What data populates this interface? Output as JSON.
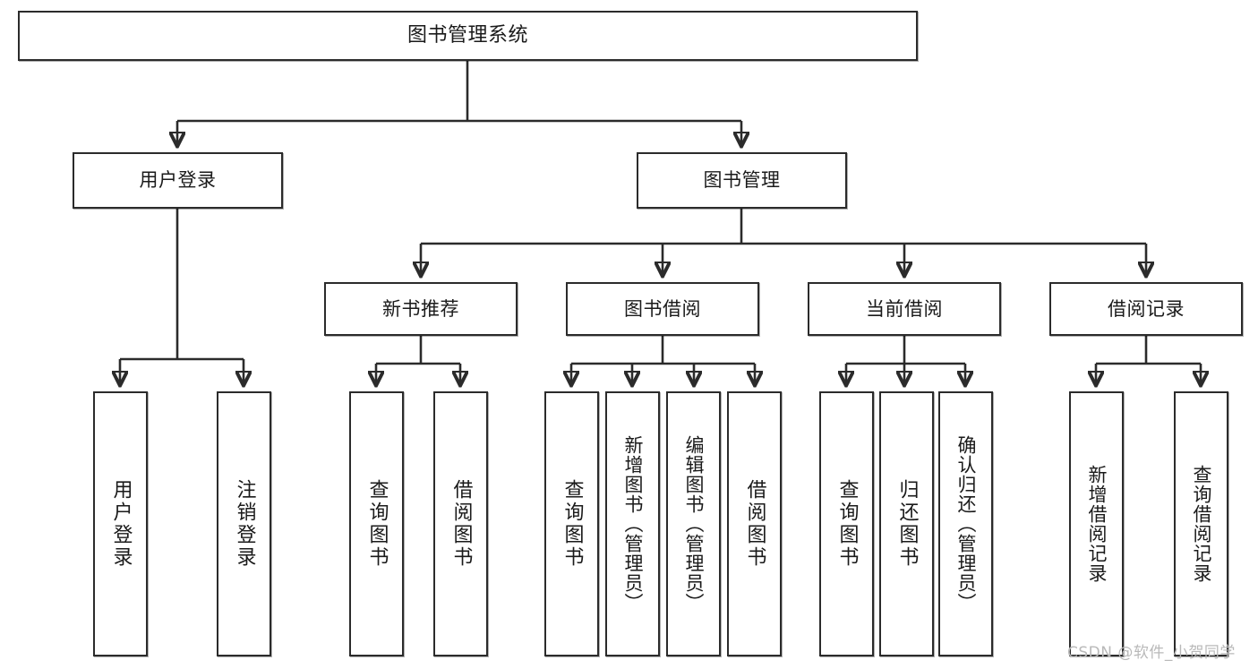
{
  "diagram": {
    "title": "图书管理系统",
    "type": "hierarchy-tree",
    "root": {
      "id": "root",
      "label": "图书管理系统"
    },
    "level2": [
      {
        "id": "user-login",
        "label": "用户登录"
      },
      {
        "id": "book-management",
        "label": "图书管理"
      }
    ],
    "level3": [
      {
        "id": "new-book-recommend",
        "label": "新书推荐"
      },
      {
        "id": "book-borrow",
        "label": "图书借阅"
      },
      {
        "id": "current-borrow",
        "label": "当前借阅"
      },
      {
        "id": "borrow-record",
        "label": "借阅记录"
      }
    ],
    "leaves": {
      "user_login": [
        {
          "id": "leaf-user-login",
          "label": "用户登录"
        },
        {
          "id": "leaf-logout-login",
          "label": "注销登录"
        }
      ],
      "new_book_recommend": [
        {
          "id": "leaf-query-book-1",
          "label": "查询图书"
        },
        {
          "id": "leaf-borrow-book-1",
          "label": "借阅图书"
        }
      ],
      "book_borrow": [
        {
          "id": "leaf-query-book-2",
          "label": "查询图书"
        },
        {
          "id": "leaf-add-book",
          "label": "新增图书（管理员）"
        },
        {
          "id": "leaf-edit-book",
          "label": "编辑图书（管理员）"
        },
        {
          "id": "leaf-borrow-book-2",
          "label": "借阅图书"
        }
      ],
      "current_borrow": [
        {
          "id": "leaf-query-book-3",
          "label": "查询图书"
        },
        {
          "id": "leaf-return-book",
          "label": "归还图书"
        },
        {
          "id": "leaf-confirm-return",
          "label": "确认归还（管理员）"
        }
      ],
      "borrow_record": [
        {
          "id": "leaf-add-record",
          "label": "新增借阅记录"
        },
        {
          "id": "leaf-query-record",
          "label": "查询借阅记录"
        }
      ]
    }
  },
  "watermark": {
    "text": "CSDN @软件_小贺同学"
  },
  "colors": {
    "stroke": "#2b2b2b",
    "background": "#ffffff",
    "text": "#1a1a1a",
    "watermark": "#b9b9b9"
  }
}
